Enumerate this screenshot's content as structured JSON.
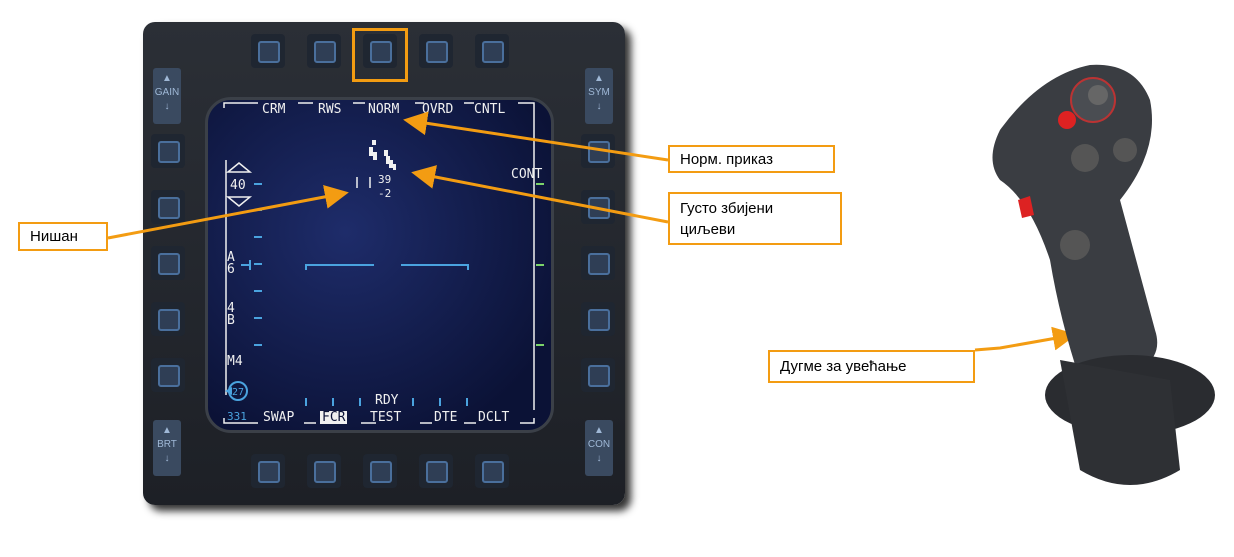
{
  "mfd": {
    "top_labels": [
      "CRM",
      "RWS",
      "NORM",
      "OVRD",
      "CNTL"
    ],
    "bottom_labels": [
      "SWAP",
      "FCR",
      "TEST",
      "DTE",
      "DCLT"
    ],
    "rockers": {
      "gain": "GAIN",
      "sym": "SYM",
      "brt": "BRT",
      "con": "CON"
    },
    "range": "40",
    "azimuth_a": "A",
    "azimuth_val": "6",
    "bar_val": "4",
    "bar_b": "B",
    "mode": "M4",
    "heading": "27",
    "mfd_id": "331",
    "cont": "CONT",
    "rdy": "RDY",
    "target_alt": "39",
    "target_alt2": "-2"
  },
  "callouts": {
    "norm": "Норм. приказ",
    "dense": "Густо збијени циљеви",
    "cursor": "Нишан",
    "zoom_button": "Дугме за увећање"
  },
  "colors": {
    "accent": "#f39c12",
    "symbology": "#f0f0f0",
    "scale": "#4aa3df",
    "green": "#7bd36a"
  }
}
